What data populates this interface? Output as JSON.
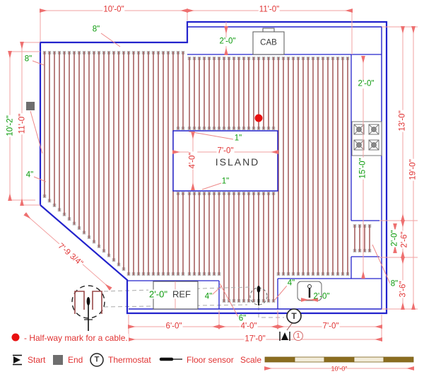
{
  "colors": {
    "wall": "#2323cc",
    "cable": "#9a4a4a",
    "cable_cap": "#bdbdbd",
    "dim_line": "#f2a0a0",
    "dim_text_red": "#e03232",
    "dim_text_green": "#0b9a0b",
    "halfway_dot": "#e81010",
    "end_marker": "#6e6e6e",
    "scale_bar_dark": "#8a6d20",
    "scale_bar_light": "#f2ecd9"
  },
  "dims": {
    "top_w_left": "10'-0\"",
    "top_w_right": "11'-0\"",
    "gap_top": "8\"",
    "cab_depth": "2'-0\"",
    "gap_left": "8\"",
    "right_gap_top": "2'-0\"",
    "right_h_upper": "13'-0\"",
    "right_h_total": "19'-0\"",
    "right_cable_h": "15'-0\"",
    "bay_h_inner": "2'-0\"",
    "bay_h": "2'-6\"",
    "bay_gap": "8\"",
    "right_h_lower": "3'-6\"",
    "left_h_inner": "10'-2\"",
    "left_h": "11'-0\"",
    "spacing_left": "4\"",
    "diag": "7'-9 3/4\"",
    "island_w": "7'-0\"",
    "island_h": "4'-0\"",
    "island_gap_top": "1\"",
    "island_gap_bottom": "1\"",
    "ref_w": "2'-0\"",
    "gap_ref": "4\"",
    "gap_sink": "4\"",
    "sink_w": "2'-0\"",
    "gap_bottom": "6\"",
    "bottom_left": "6'-0\"",
    "bottom_mid": "4'-0\"",
    "bottom_right": "7'-0\"",
    "bottom_total": "17'-0\"",
    "scale_len": "10'-0\""
  },
  "fixtures": {
    "cab": "CAB",
    "island": "ISLAND",
    "ref": "REF"
  },
  "circuit_number": "1",
  "legend": {
    "halfway": "- Half-way mark for a cable.",
    "start": "Start",
    "end": "End",
    "thermostat": "Thermostat",
    "thermostat_symbol": "T",
    "floor_sensor": "Floor sensor",
    "scale": "Scale"
  }
}
